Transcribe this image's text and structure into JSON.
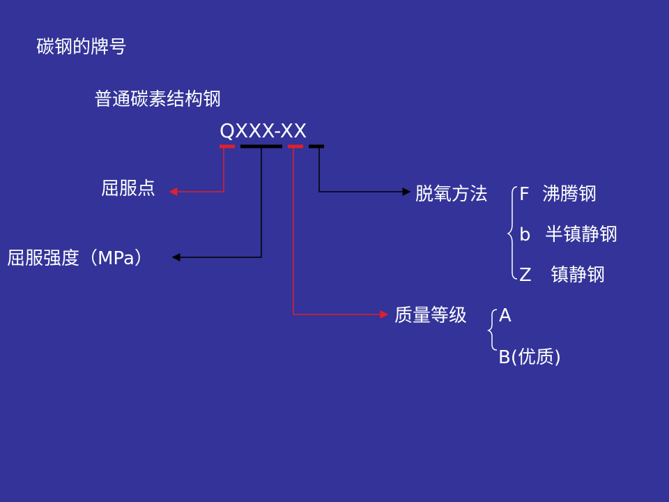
{
  "title": "碳钢的牌号",
  "subtitle": "普通碳素结构钢",
  "code": "QXXX-XX",
  "yield_point": "屈服点",
  "yield_strength": "屈服强度（MPa）",
  "deoxidation": {
    "label": "脱氧方法",
    "options": [
      {
        "code": "F",
        "name": "沸腾钢"
      },
      {
        "code": "b",
        "name": "半镇静钢"
      },
      {
        "code": "Z",
        "name": "镇静钢"
      }
    ]
  },
  "quality": {
    "label": "质量等级",
    "options": [
      "A",
      "B(优质)"
    ]
  },
  "colors": {
    "background": "#333399",
    "text": "#ffffff",
    "red": "#e0202a",
    "black": "#000000"
  }
}
